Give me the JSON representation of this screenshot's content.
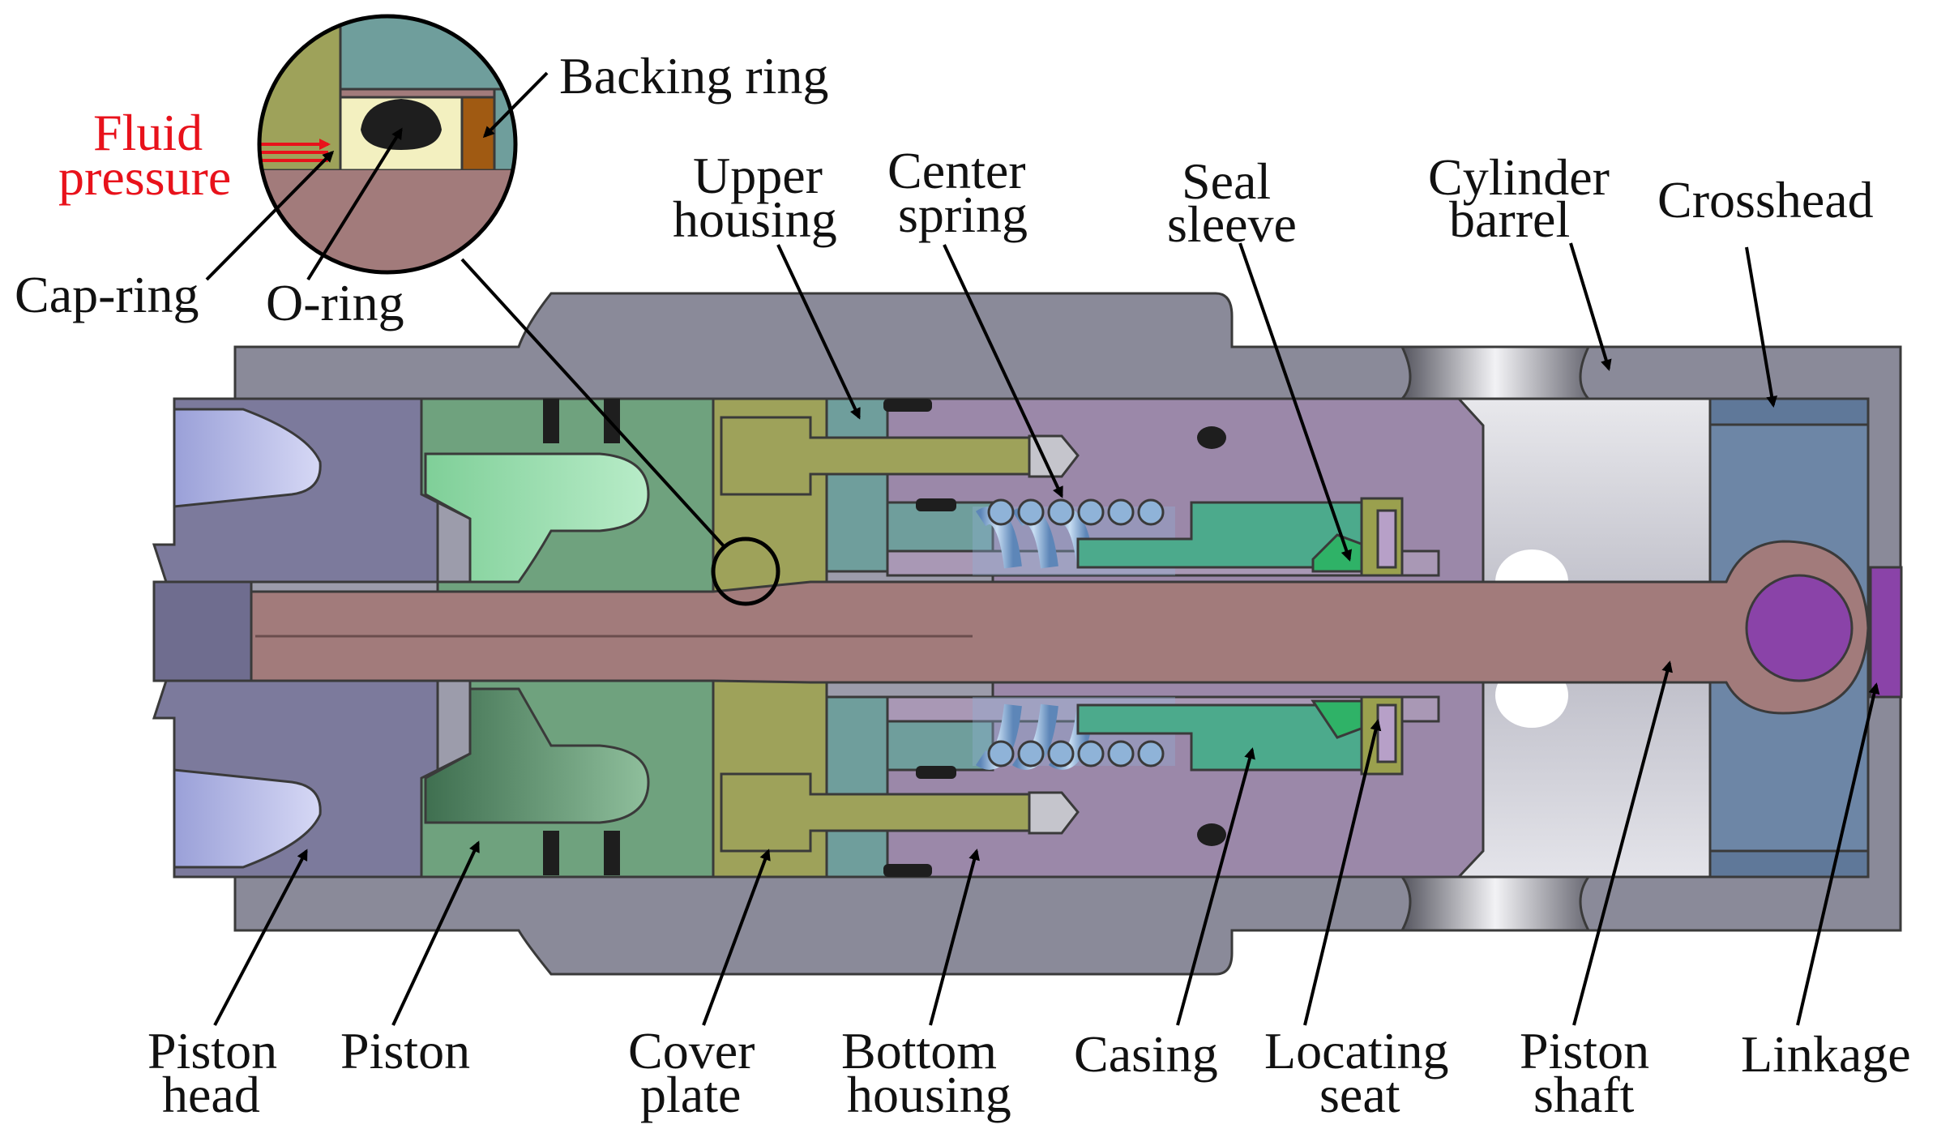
{
  "labels": {
    "fluid_pressure_line1": "Fluid",
    "fluid_pressure_line2": "pressure",
    "backing_ring": "Backing ring",
    "cap_ring": "Cap-ring",
    "o_ring": "O-ring",
    "upper_housing_line1": "Upper",
    "upper_housing_line2": "housing",
    "center_spring_line1": "Center",
    "center_spring_line2": "spring",
    "seal_sleeve_line1": "Seal",
    "seal_sleeve_line2": "sleeve",
    "cylinder_barrel_line1": "Cylinder",
    "cylinder_barrel_line2": "barrel",
    "crosshead": "Crosshead",
    "piston_head_line1": "Piston",
    "piston_head_line2": "head",
    "piston": "Piston",
    "cover_plate_line1": "Cover",
    "cover_plate_line2": "plate",
    "bottom_housing_line1": "Bottom",
    "bottom_housing_line2": "housing",
    "casing": "Casing",
    "locating_seat_line1": "Locating",
    "locating_seat_line2": "seat",
    "piston_shaft_line1": "Piston",
    "piston_shaft_line2": "shaft",
    "linkage": "Linkage"
  },
  "colors": {
    "fluid_pressure_text": "#e8121b",
    "outer_housing": "#8a8a99",
    "piston_head": "#7c7a9c",
    "piston": "#6fa27e",
    "cover_plate": "#9ea25a",
    "upper_housing": "#6f9e9c",
    "casing_body": "#9b88a9",
    "seal_sleeve": "#4caa8c",
    "spring": "#8fb3d8",
    "piston_shaft": "#a27b7b",
    "crosshead": "#6d86a6",
    "linkage": "#8a43a8",
    "seal_black": "#1e1e1e"
  }
}
